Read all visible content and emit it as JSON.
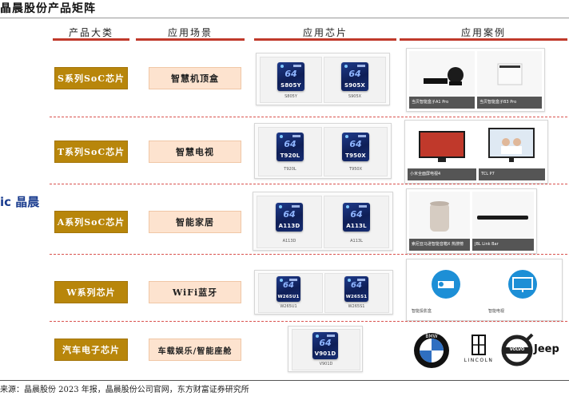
{
  "title": "晶晨股份产品矩阵",
  "brand_label": "ic 晶晨",
  "headers": {
    "category": "产品大类",
    "scene": "应用场景",
    "chips": "应用芯片",
    "cases": "应用案例"
  },
  "rows": [
    {
      "category": "S系列SoC芯片",
      "scene": "智慧机顶盒",
      "chips": [
        {
          "chip_model": "S805Y",
          "bits": "64",
          "caption": "S805Y"
        },
        {
          "chip_model": "S905X",
          "bits": "64",
          "caption": "S905X"
        }
      ],
      "cases": [
        {
          "caption": "当贝智能盒子A1 Pro",
          "icon": "soundbar-projector-icon"
        },
        {
          "caption": "当贝智能盒子B3 Pro",
          "icon": "tv-box-icon"
        }
      ]
    },
    {
      "category": "T系列SoC芯片",
      "scene": "智慧电视",
      "chips": [
        {
          "chip_model": "T920L",
          "bits": "64",
          "caption": "T920L"
        },
        {
          "chip_model": "T950X",
          "bits": "64",
          "caption": "T950X"
        }
      ],
      "cases": [
        {
          "caption": "小米全面屏电视4",
          "icon": "tv-icon"
        },
        {
          "caption": "TCL P7",
          "icon": "tv-family-icon"
        }
      ]
    },
    {
      "category": "A系列SoC芯片",
      "scene": "智能家居",
      "chips": [
        {
          "chip_model": "A113D",
          "bits": "64",
          "caption": "A113D"
        },
        {
          "chip_model": "A113L",
          "bits": "64",
          "caption": "A113L"
        }
      ],
      "cases": [
        {
          "caption": "索尼亚马逊智能音箱X 热搜榜",
          "icon": "smart-speaker-icon"
        },
        {
          "caption": "JBL Link Bar",
          "icon": "soundbar-icon"
        }
      ]
    },
    {
      "category": "W系列芯片",
      "scene": "WiFi蓝牙",
      "chips": [
        {
          "chip_model": "W265U1",
          "bits": "64",
          "caption": "W265U1"
        },
        {
          "chip_model": "W265S1",
          "bits": "64",
          "caption": "W265S1"
        }
      ],
      "cases": [
        {
          "caption": "智能投影盒",
          "icon": "projector-icon"
        },
        {
          "caption": "智能电视",
          "icon": "tv-outline-icon"
        }
      ]
    },
    {
      "category": "汽车电子芯片",
      "scene": "车载娱乐/智能座舱",
      "chips": [
        {
          "chip_model": "V901D",
          "bits": "64",
          "caption": "V901D"
        }
      ],
      "cases": [
        {
          "caption": "BMW",
          "icon": "bmw-logo"
        },
        {
          "caption": "LINCOLN",
          "icon": "lincoln-logo"
        },
        {
          "caption": "VOLVO",
          "icon": "volvo-logo"
        },
        {
          "caption": "Jeep",
          "icon": "jeep-logo"
        }
      ]
    }
  ],
  "source": "来源：晶晨股份 2023 年报，晶晨股份公司官网，东方财富证券研究所",
  "colors": {
    "category_bg": "#b8860b",
    "scene_bg": "#fde3cf",
    "header_rule": "#c0392b",
    "chip_blue": "#1e3a8a",
    "brand_blue": "#1b3d8f"
  }
}
